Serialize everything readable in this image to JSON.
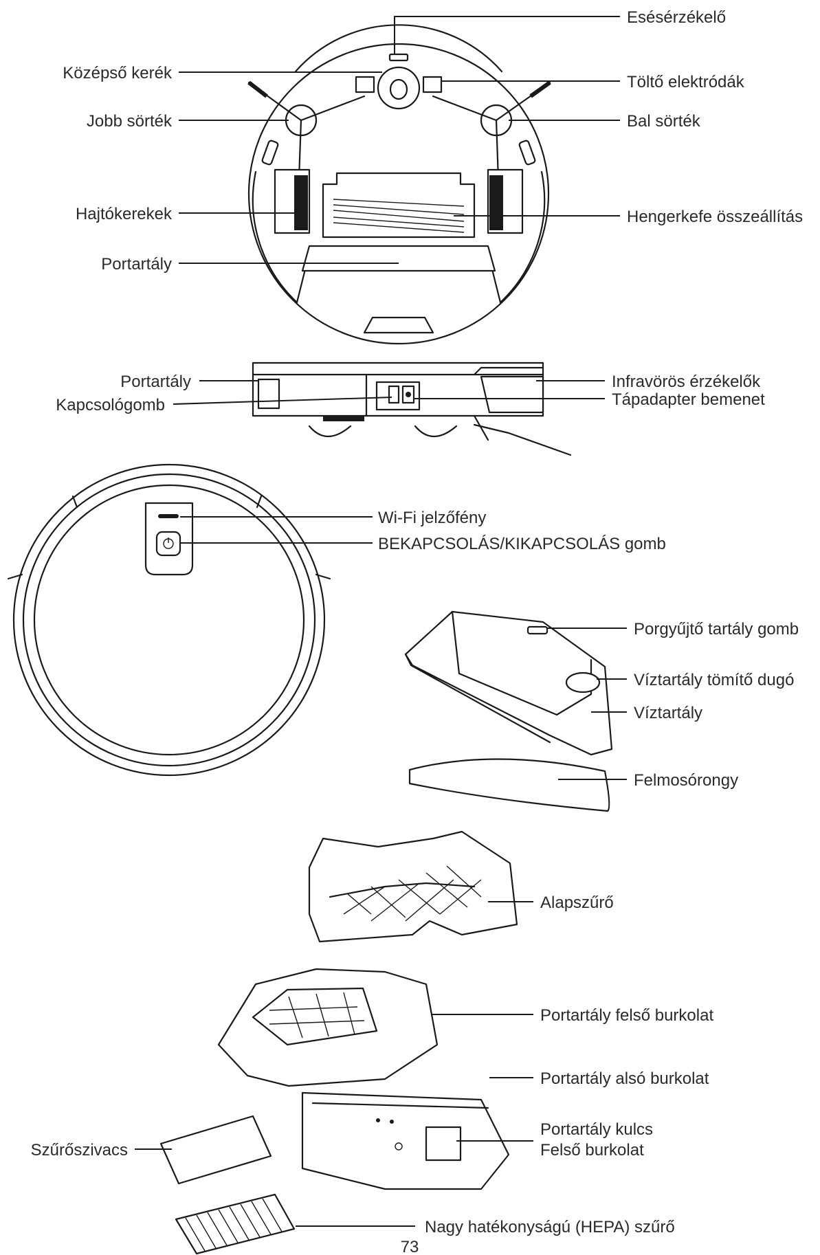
{
  "bottom_view": {
    "cliff_sensor": "Esésérzékelő",
    "caster_wheel": "Középső kerék",
    "charging_contacts": "Töltő elektródák",
    "right_brush": "Jobb sörték",
    "left_brush": "Bal sörték",
    "drive_wheels": "Hajtókerekek",
    "roller_brush": "Hengerkefe összeállítás",
    "dustbin": "Portartály"
  },
  "side_view": {
    "dustbin": "Portartály",
    "switch": "Kapcsológomb",
    "ir_sensors": "Infravörös érzékelők",
    "power_input": "Tápadapter bemenet"
  },
  "top_view": {
    "wifi_light": "Wi-Fi jelzőfény",
    "power_button": "BEKAPCSOLÁS/KIKAPCSOLÁS gomb"
  },
  "water_tank": {
    "tank_button": "Porgyűjtő tartály gomb",
    "seal_plug": "Víztartály tömítő dugó",
    "tank": "Víztartály",
    "mop": "Felmosórongy"
  },
  "dustbin_parts": {
    "base_filter": "Alapszűrő",
    "upper_cover": "Portartály felső burkolat",
    "lower_cover": "Portartály alsó burkolat",
    "key_line1": "Portartály kulcs",
    "key_line2": "Felső burkolat",
    "sponge": "Szűrőszivacs",
    "hepa": "Nagy hatékonyságú (HEPA) szűrő"
  },
  "page_number": "73"
}
